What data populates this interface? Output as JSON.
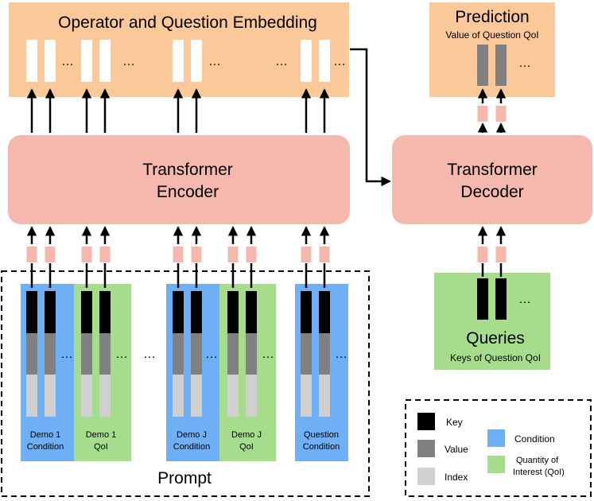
{
  "embedding": {
    "title": "Operator and Question Embedding"
  },
  "prediction": {
    "title": "Prediction",
    "subtitle": "Value of Question QoI"
  },
  "encoder": {
    "line1": "Transformer",
    "line2": "Encoder"
  },
  "decoder": {
    "line1": "Transformer",
    "line2": "Decoder"
  },
  "queries": {
    "title": "Queries",
    "subtitle": "Keys of Question QoI"
  },
  "prompt": {
    "label": "Prompt",
    "groups": [
      {
        "line1": "Demo 1",
        "line2": "Condition"
      },
      {
        "line1": "Demo 1",
        "line2": "QoI"
      },
      {
        "line1": "Demo J",
        "line2": "Condition"
      },
      {
        "line1": "Demo J",
        "line2": "QoI"
      },
      {
        "line1": "Question",
        "line2": "Condition"
      }
    ]
  },
  "legend": {
    "key": "Key",
    "value": "Value",
    "index": "Index",
    "condition": "Condition",
    "qoi_line1": "Quantity of",
    "qoi_line2": "Interest (QoI)"
  },
  "ellipsis": "…",
  "colors": {
    "embedding_bg": "#fbc89a",
    "transformer_bg": "#f5b8ad",
    "condition_bg": "#6eaff5",
    "qoi_bg": "#a6dd8c",
    "key": "#000000",
    "value": "#808080",
    "index": "#d0d0d0",
    "token_pink": "#f5b8ad"
  }
}
